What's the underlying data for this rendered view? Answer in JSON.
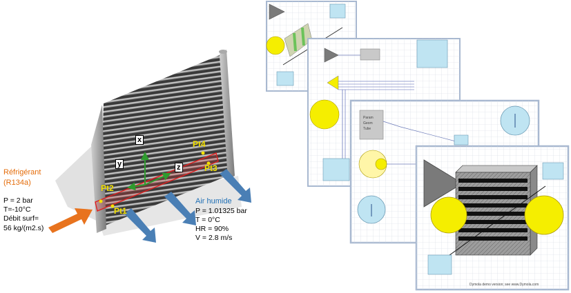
{
  "left_diagram": {
    "refrigerant": {
      "title_line1": "Réfrigérant",
      "title_line2": "(R134a)",
      "pressure": "P = 2 bar",
      "temperature": "T=-10°C",
      "flow_line1": "Débit surf=",
      "flow_line2": "56 kg/(m2.s)"
    },
    "air": {
      "title": "Air humide",
      "pressure": "P = 1.01325 bar",
      "temperature": "T = 0°C",
      "humidity": "HR = 90%",
      "velocity": "V = 2.8 m/s"
    },
    "points": [
      "Pt1",
      "Pt2",
      "Pt3",
      "Pt4"
    ],
    "axes": [
      "x",
      "y",
      "z"
    ]
  },
  "right_diagram": {
    "panel1_box_text": "",
    "panel3_box_lines": [
      "Param",
      "Geom",
      "Tube"
    ],
    "footer": "Dymola demo version; see www.Dymola.com"
  },
  "colors": {
    "refrigerant_label": "#e46c0a",
    "air_label": "#1f6fb5",
    "point_label": "#f4e200",
    "arrow_air": "#4a7fb5",
    "arrow_refrigerant": "#e8731e",
    "yellow_volume": "#f5ee00"
  }
}
